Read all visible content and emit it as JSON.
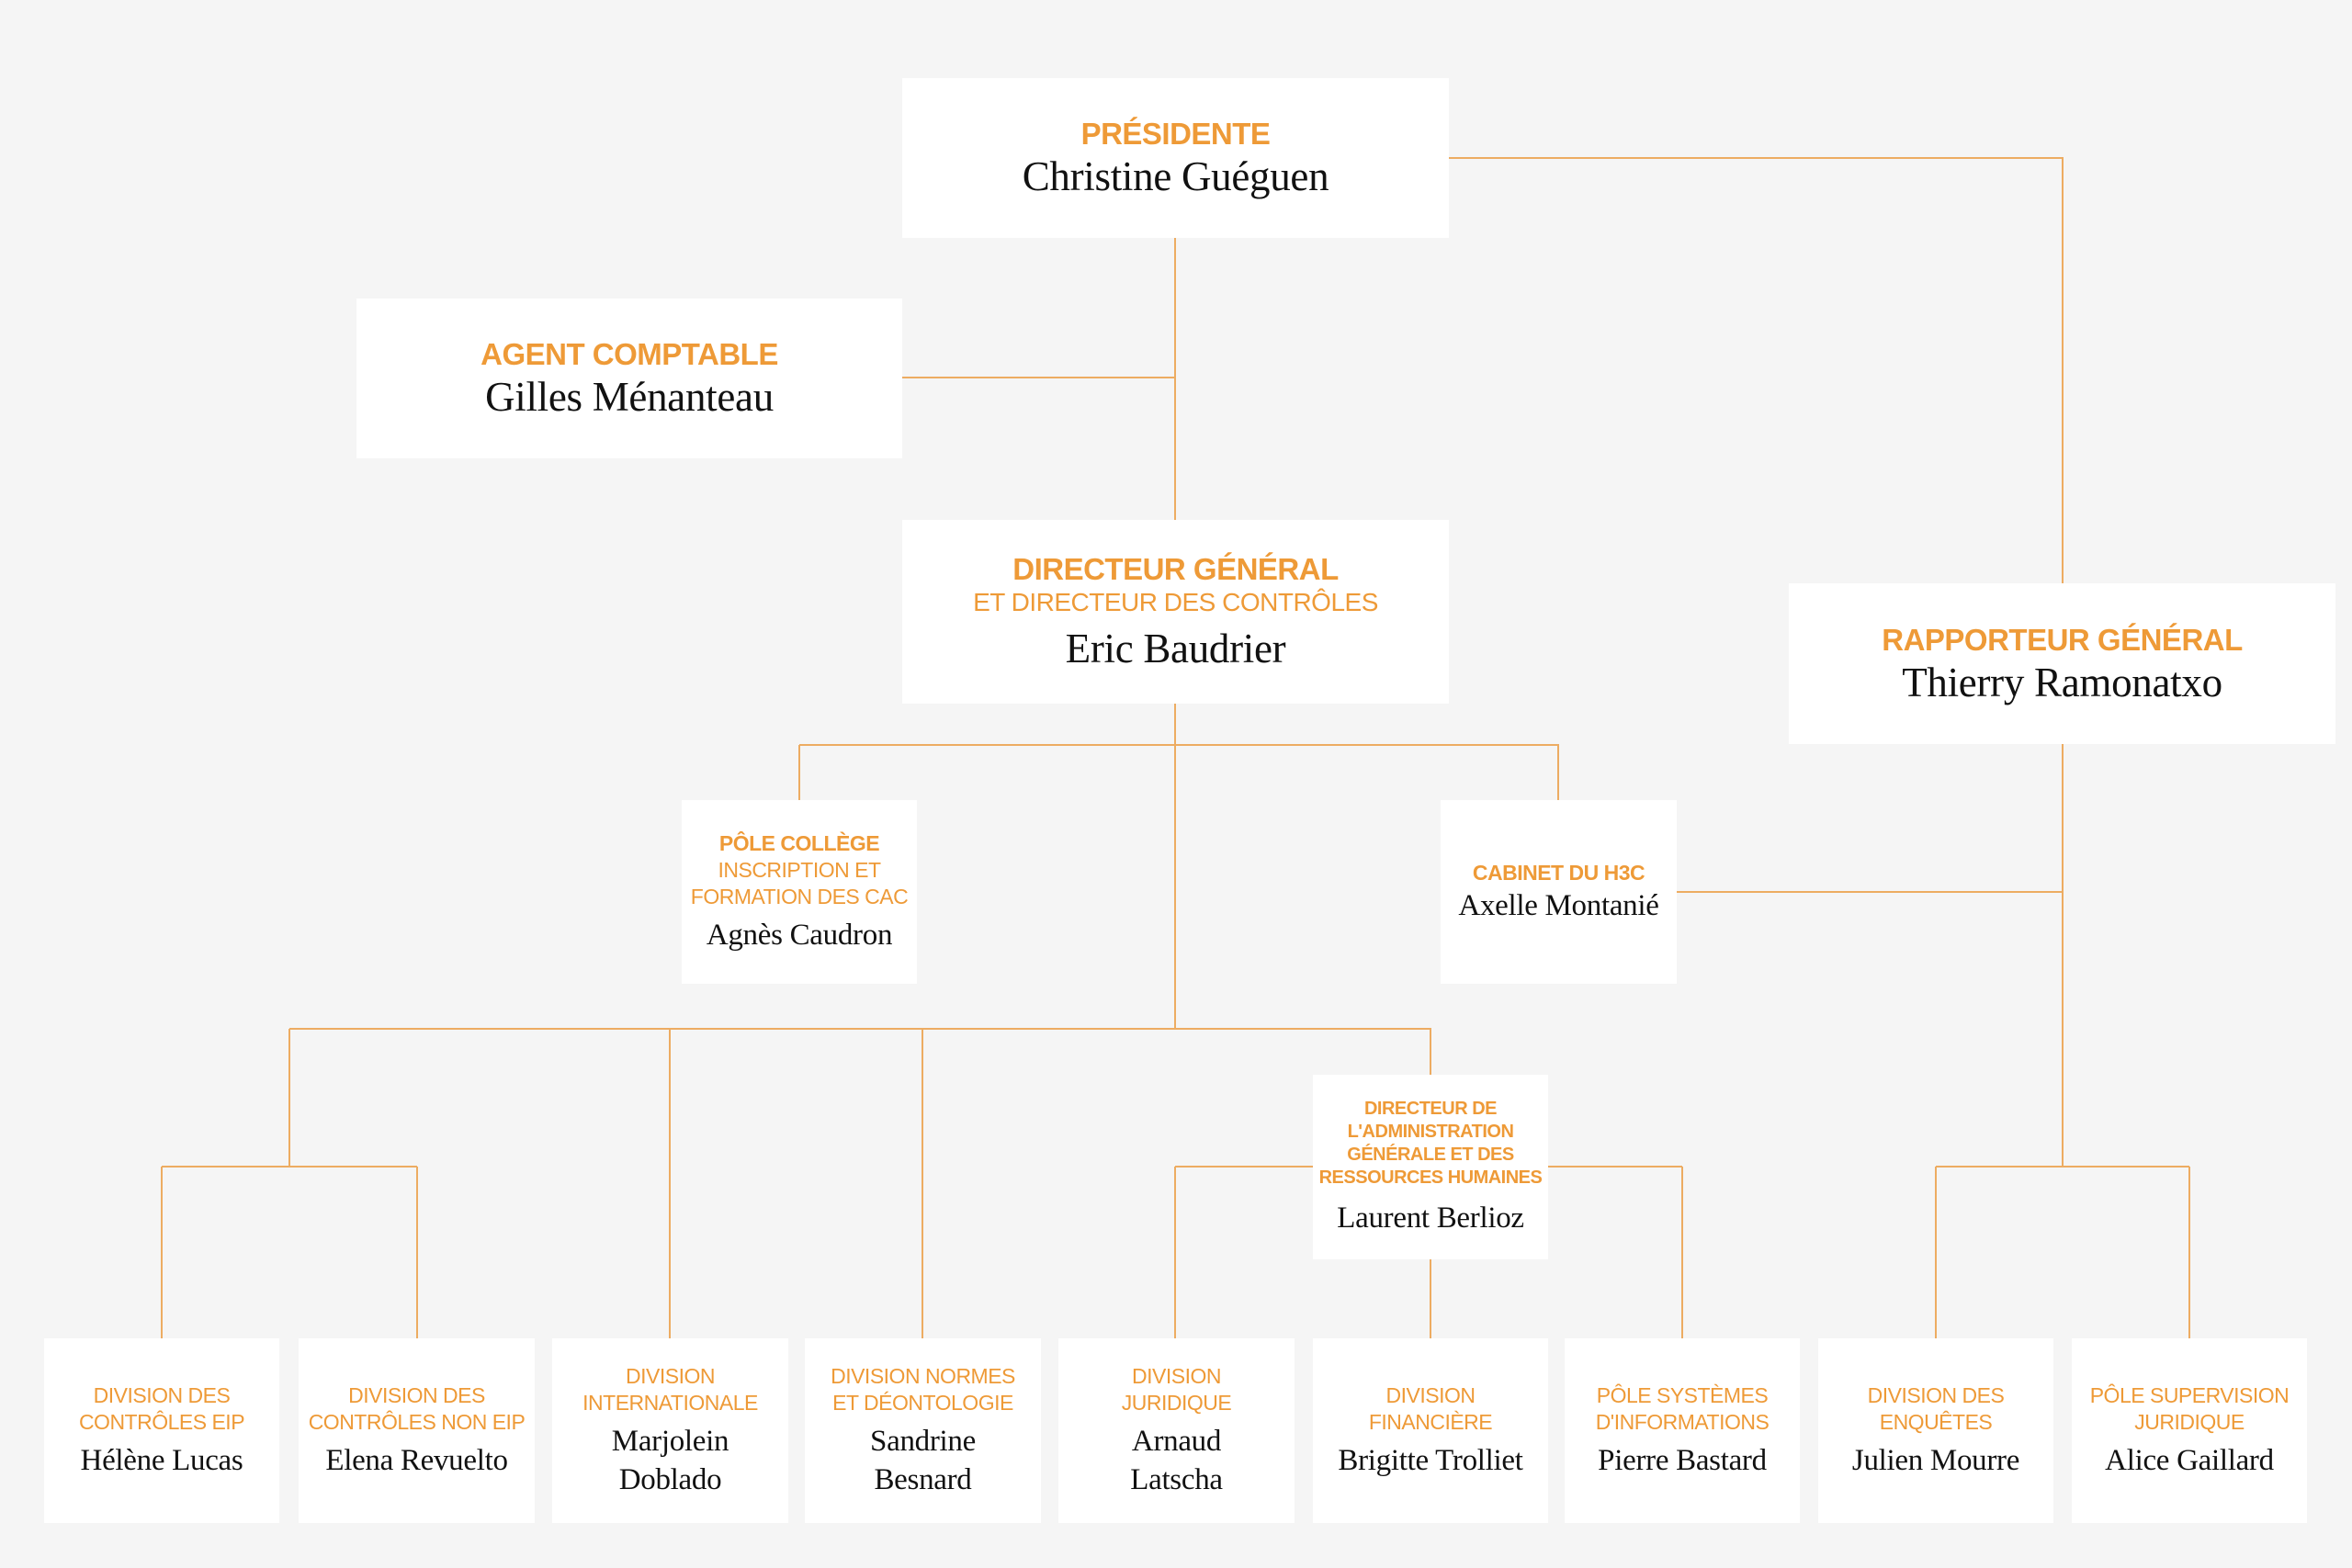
{
  "nodes": {
    "presidente": {
      "title": "PRÉSIDENTE",
      "name": "Christine Guéguen"
    },
    "agent": {
      "title": "AGENT COMPTABLE",
      "name": "Gilles Ménanteau"
    },
    "dg": {
      "title": "DIRECTEUR GÉNÉRAL",
      "subtitle": "ET DIRECTEUR DES CONTRÔLES",
      "name": "Eric Baudrier"
    },
    "rapporteur": {
      "title": "RAPPORTEUR GÉNÉRAL",
      "name": "Thierry Ramonatxo"
    },
    "pole_college": {
      "title": "PÔLE COLLÈGE",
      "subtitle": "INSCRIPTION ET\nFORMATION DES CAC",
      "name": "Agnès Caudron"
    },
    "cabinet": {
      "title": "CABINET DU H3C",
      "name": "Axelle Montanié"
    },
    "dagrh": {
      "title": "DIRECTEUR DE\nL'ADMINISTRATION\nGÉNÉRALE ET DES\nRESSOURCES HUMAINES",
      "name": "Laurent Berlioz"
    },
    "div_eip": {
      "subtitle": "DIVISION DES\nCONTRÔLES EIP",
      "name": "Hélène Lucas"
    },
    "div_non_eip": {
      "subtitle": "DIVISION DES\nCONTRÔLES NON EIP",
      "name": "Elena Revuelto"
    },
    "div_inter": {
      "subtitle": "DIVISION\nINTERNATIONALE",
      "name": "Marjolein\nDoblado"
    },
    "div_normes": {
      "subtitle": "DIVISION NORMES\nET DÉONTOLOGIE",
      "name": "Sandrine\nBesnard"
    },
    "div_juridique": {
      "subtitle": "DIVISION\nJURIDIQUE",
      "name": "Arnaud\nLatscha"
    },
    "div_financiere": {
      "subtitle": "DIVISION\nFINANCIÈRE",
      "name": "Brigitte Trolliet"
    },
    "pole_si": {
      "subtitle": "PÔLE SYSTÈMES\nD'INFORMATIONS",
      "name": "Pierre Bastard"
    },
    "div_enquetes": {
      "subtitle": "DIVISION DES\nENQUÊTES",
      "name": "Julien Mourre"
    },
    "pole_supervision": {
      "subtitle": "PÔLE SUPERVISION\nJURIDIQUE",
      "name": "Alice Gaillard"
    }
  },
  "colors": {
    "accent": "#ee9a37",
    "line": "#edac62",
    "box": "#ffffff",
    "background": "#f5f5f5",
    "name_text": "#111111"
  }
}
